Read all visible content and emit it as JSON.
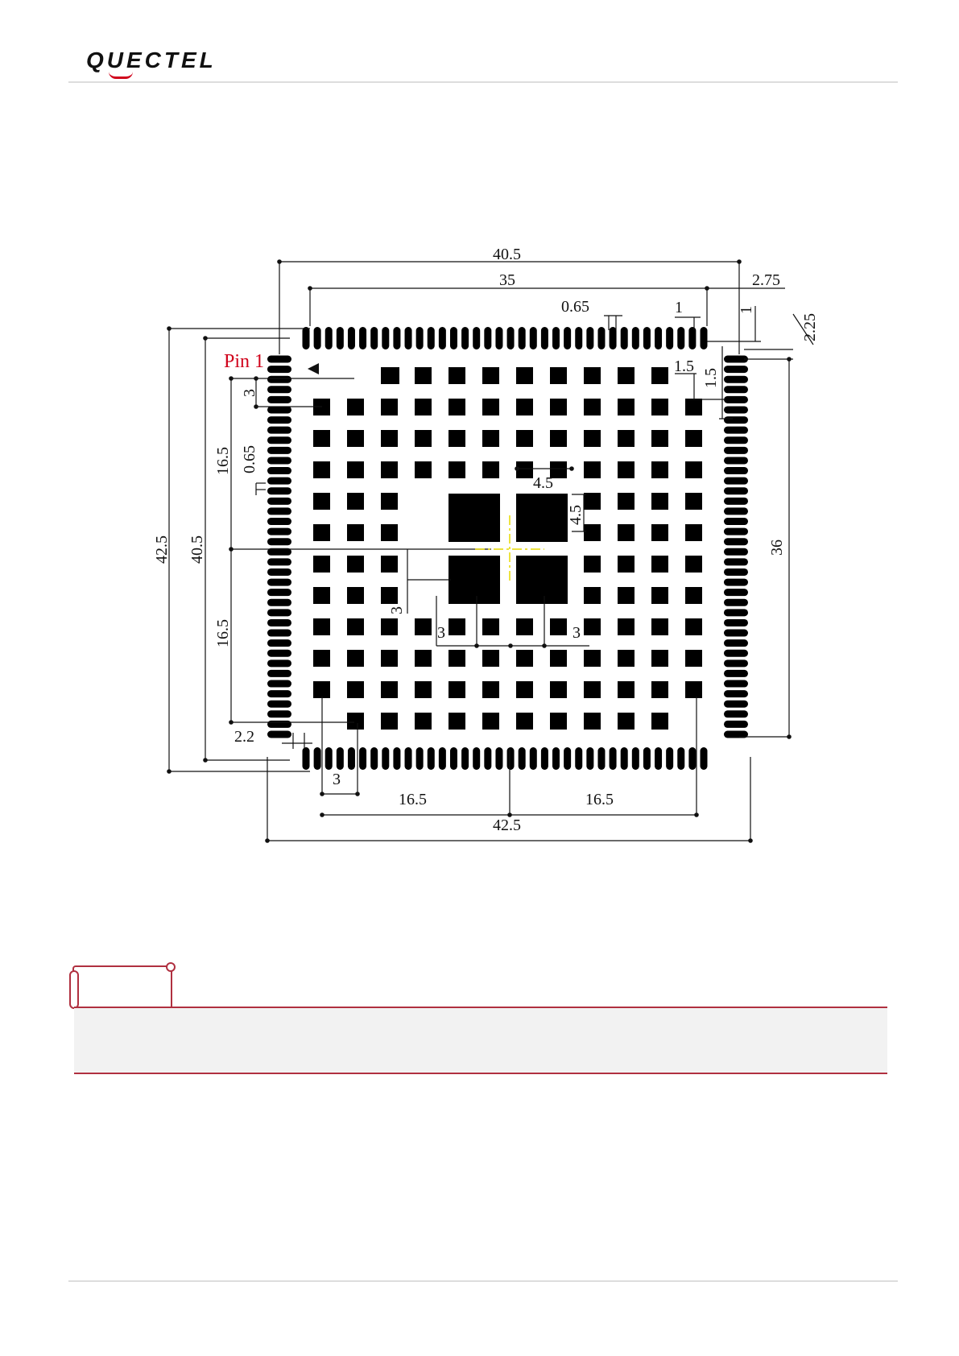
{
  "header": {
    "logo_text": "QUECTEL",
    "accent_color": "#d0021b"
  },
  "diagram": {
    "pin1_label": "Pin 1",
    "dimensions": {
      "top_overall": "40.5",
      "top_inner": "35",
      "top_right_offset": "2.75",
      "pad_pitch_top": "0.65",
      "pad_width_top": "1",
      "pad_height_top": "1",
      "corner_offset": "2.25",
      "corner_pad_w": "1.5",
      "corner_pad_h": "1.5",
      "center_pad_w": "4.5",
      "center_pad_h": "4.5",
      "left_overall": "42.5",
      "left_inner": "40.5",
      "left_upper": "16.5",
      "left_lower": "16.5",
      "left_pitch": "3",
      "left_pad_pitch": "0.65",
      "center_gap_v": "3",
      "center_gap_left": "3",
      "center_gap_right": "3",
      "bottom_left_offset": "2.2",
      "bottom_pitch": "3",
      "bottom_left": "16.5",
      "bottom_right": "16.5",
      "bottom_overall": "42.5",
      "right_height": "36"
    }
  },
  "note": {
    "accent_color": "#b03040"
  }
}
